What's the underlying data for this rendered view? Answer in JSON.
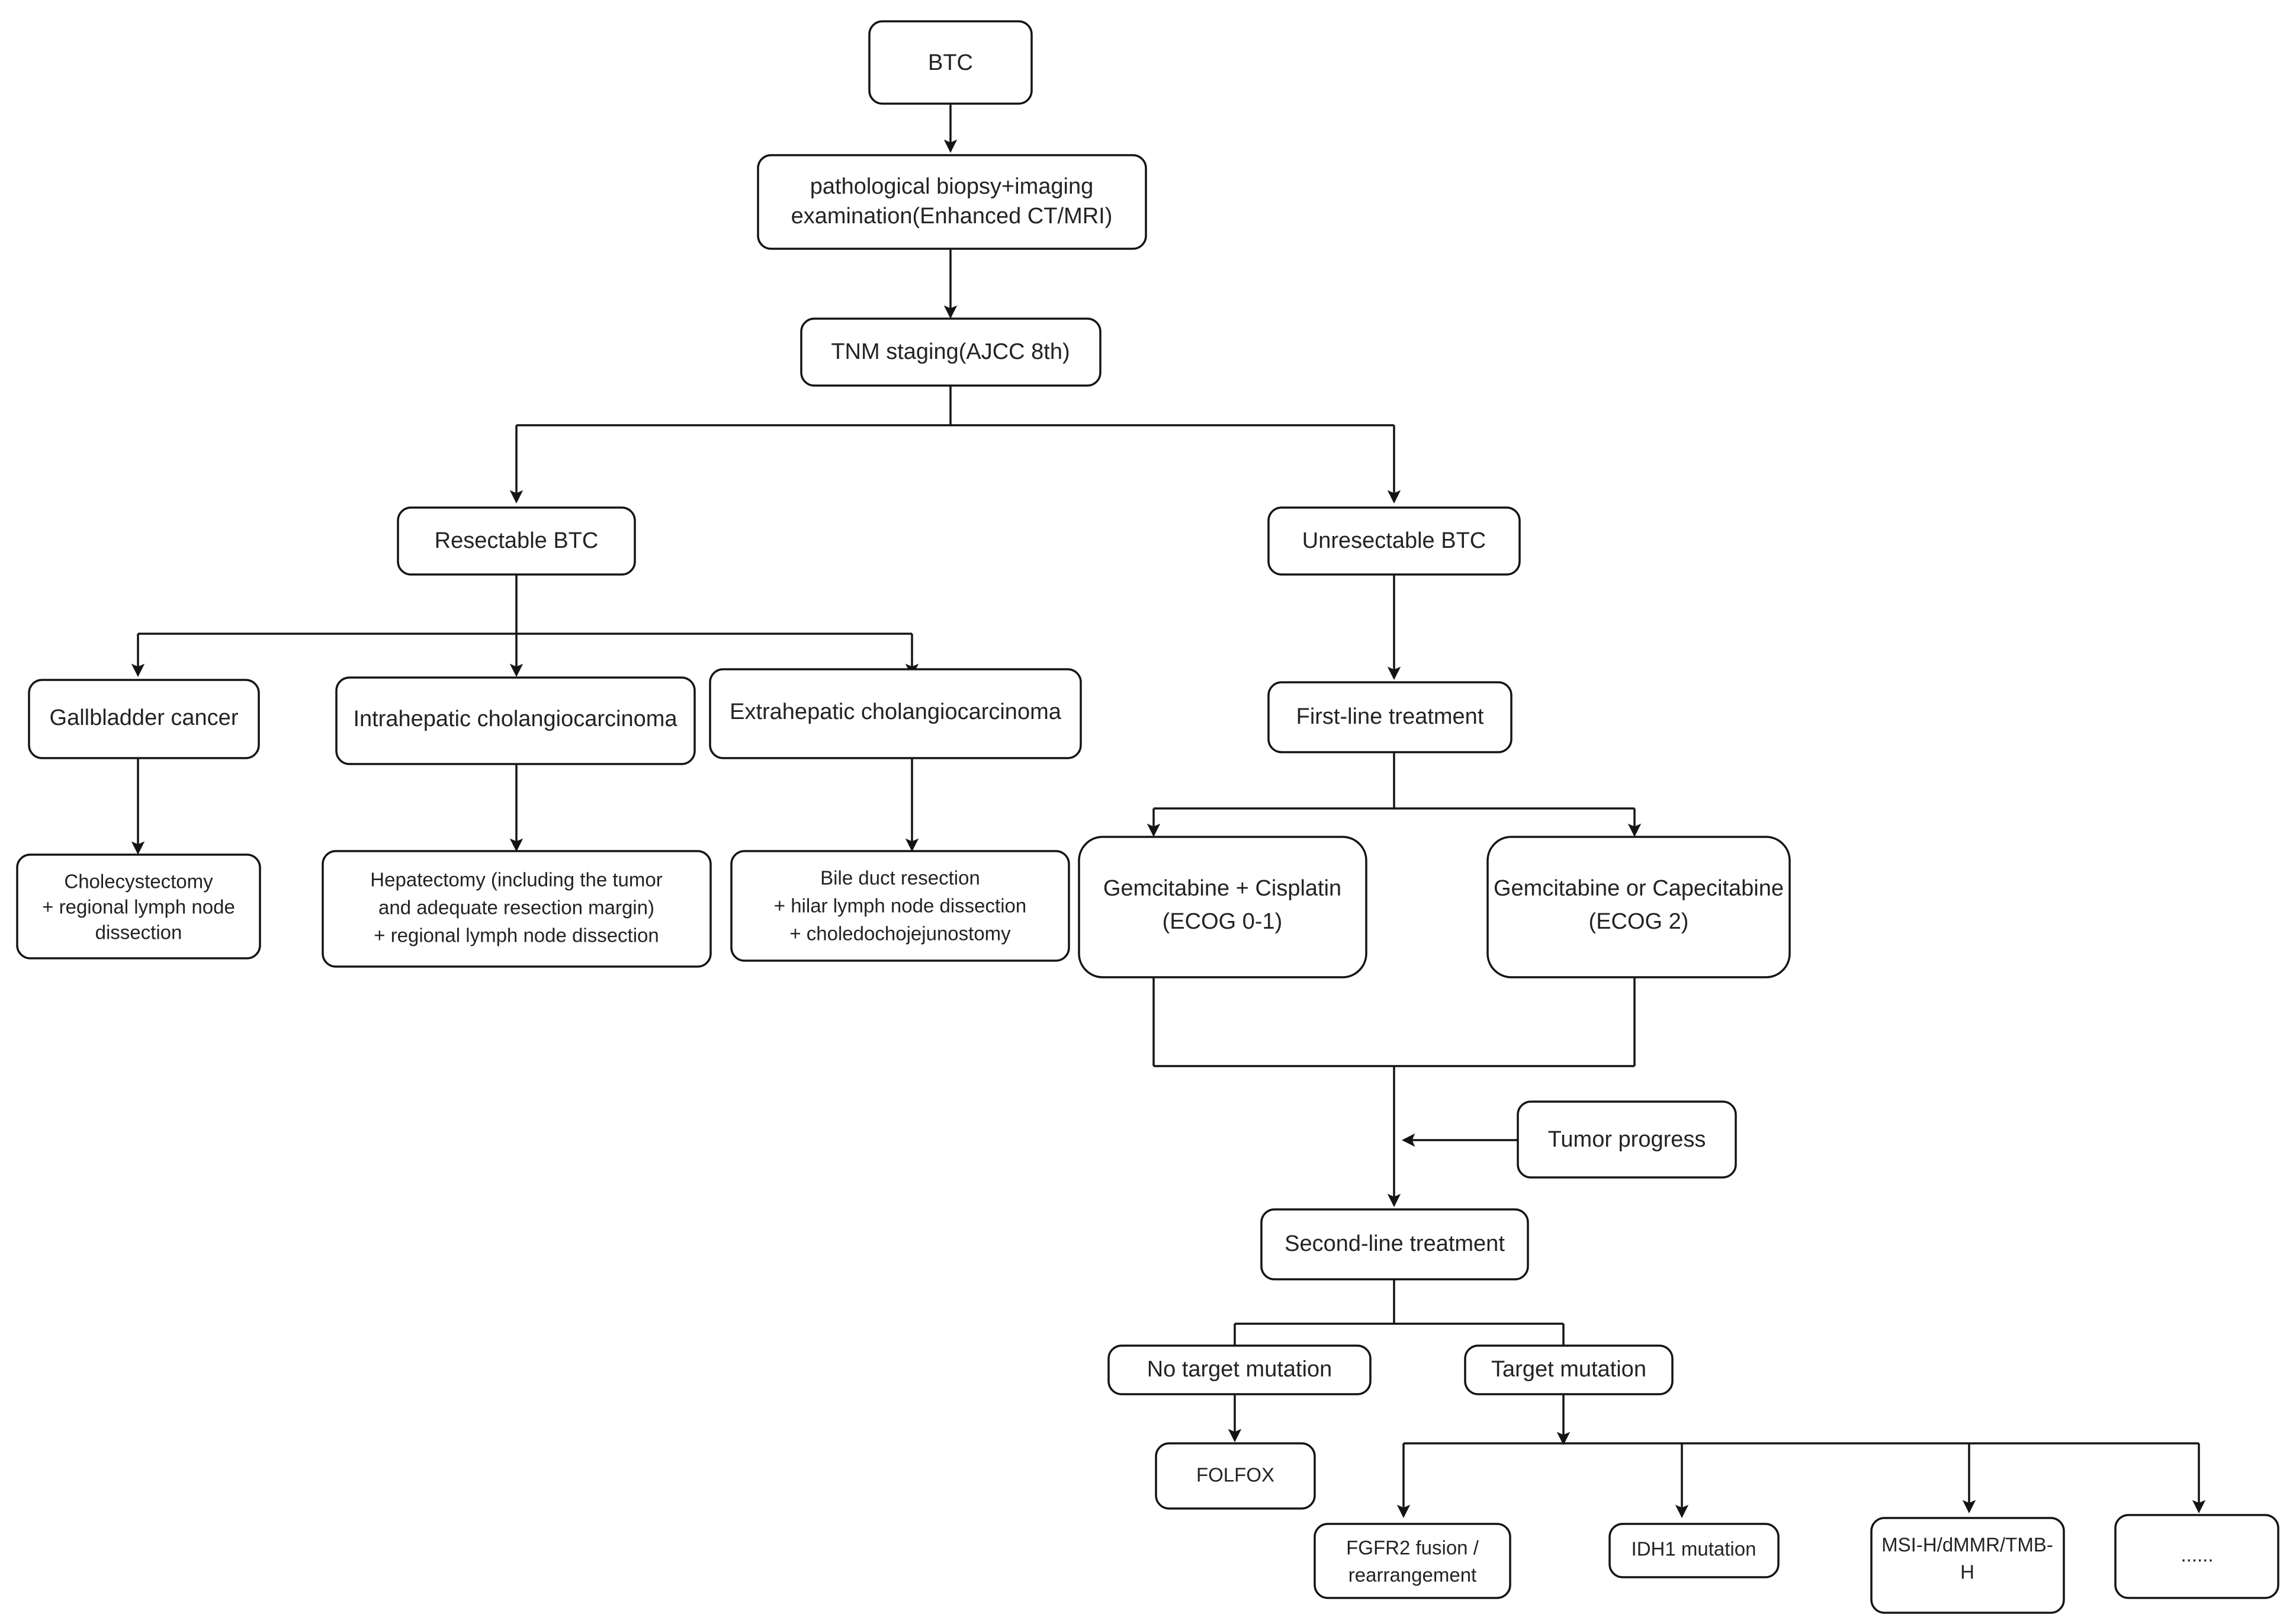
{
  "diagram": {
    "title": "BTC diagnosis and treatment flowchart",
    "accent_color": "#141414",
    "background_color": "#ffffff",
    "text_color": "#232323"
  },
  "nodes": {
    "btc": {
      "label": "BTC"
    },
    "workup": {
      "line1": "pathological biopsy+imaging",
      "line2": "examination(Enhanced CT/MRI)"
    },
    "staging": {
      "label": "TNM staging(AJCC 8th)"
    },
    "resectable": {
      "label": "Resectable BTC"
    },
    "unresectable": {
      "label": "Unresectable BTC"
    },
    "gallbladder": {
      "label": "Gallbladder cancer"
    },
    "intrahepatic": {
      "label": "Intrahepatic cholangiocarcinoma"
    },
    "extrahepatic": {
      "label": "Extrahepatic cholangiocarcinoma"
    },
    "cholecystectomy": {
      "line1": "Cholecystectomy",
      "line2": "+ regional lymph node",
      "line3": "dissection"
    },
    "hepatectomy": {
      "line1": "Hepatectomy (including the tumor",
      "line2": "and adequate resection margin)",
      "line3": "+ regional lymph node dissection"
    },
    "bile_duct": {
      "line1": "Bile duct resection",
      "line2": "+ hilar lymph node dissection",
      "line3": "+ choledochojejunostomy"
    },
    "first_line": {
      "label": "First-line treatment"
    },
    "gem_cis": {
      "line1": "Gemcitabine + Cisplatin",
      "line2": "(ECOG 0-1)"
    },
    "gem_cap": {
      "line1": "Gemcitabine or Capecitabine",
      "line2": "(ECOG 2)"
    },
    "tumor_progress": {
      "label": "Tumor progress"
    },
    "second_line": {
      "label": "Second-line treatment"
    },
    "no_target": {
      "label": "No target mutation"
    },
    "target": {
      "label": "Target mutation"
    },
    "folfox": {
      "label": "FOLFOX"
    },
    "fgfr2": {
      "line1": "FGFR2 fusion /",
      "line2": "rearrangement"
    },
    "idh1": {
      "label": "IDH1 mutation"
    },
    "msi": {
      "line1": "MSI-H/dMMR/TMB-",
      "line2": "H"
    },
    "ellipsis": {
      "label": "......"
    }
  }
}
